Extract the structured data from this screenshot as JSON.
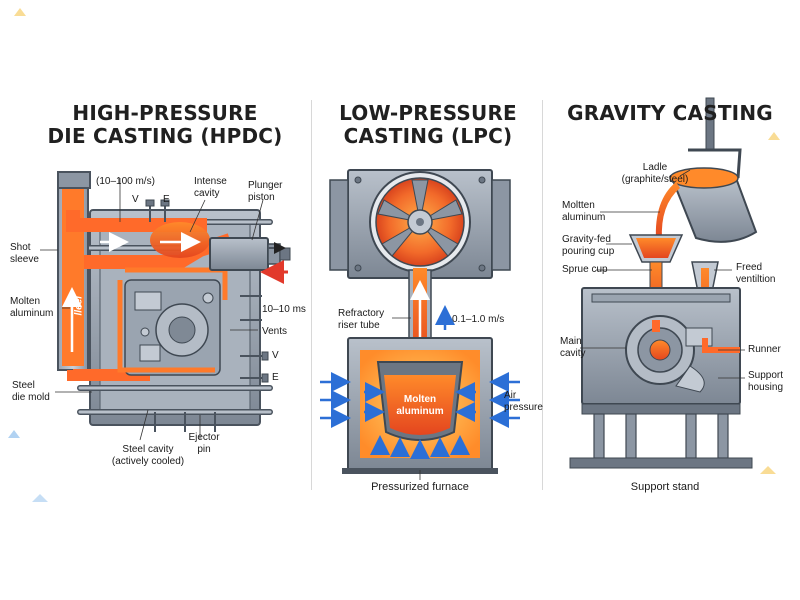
{
  "hpdc": {
    "title": "HIGH-PRESSURE\nDIE CASTING (HPDC)",
    "labels": {
      "speed": "(10–100 m/s)",
      "v_top": "V",
      "e_top": "E",
      "intense_cavity": "Intense\ncavity",
      "plunger": "Plunger\npiston",
      "shot_sleeve": "Shot\nsleeve",
      "molten": "Molten\naluminum",
      "time": "10–10 ms",
      "vents": "Vents",
      "v_side": "V",
      "e_side": "E",
      "steel_die": "Steel\ndie mold",
      "steel_cavity": "Steel cavity\n(actively cooled)",
      "ejector": "Ejector\npin",
      "steel_vertical": "lleel"
    }
  },
  "lpc": {
    "title": "LOW-PRESSURE\nCASTING (LPC)",
    "labels": {
      "riser": "Refractory\nriser tube",
      "speed": "0.1–1.0 m/s",
      "molten": "Molten\naluminum",
      "air": "Air\npressure"
    },
    "caption": "Pressurized furnace"
  },
  "gravity": {
    "title": "GRAVITY CASTING",
    "labels": {
      "ladle": "Ladle\n(graphite/steel)",
      "molten": "Moltten\naluminum",
      "pouring": "Gravity-fed\npouring cup",
      "sprue": "Sprue cup",
      "freed": "Freed\nventiltion",
      "main_cavity": "Main\ncavity",
      "runner": "Runner",
      "support_housing": "Support\nhousing"
    },
    "caption": "Support stand"
  },
  "colors": {
    "molten": "#f2622b",
    "molten_light": "#ffb23c",
    "steel": "#8c96a3",
    "steel_dark": "#4a535e",
    "arrow_blue": "#2c6fd6",
    "arrow_red": "#e2392b"
  }
}
